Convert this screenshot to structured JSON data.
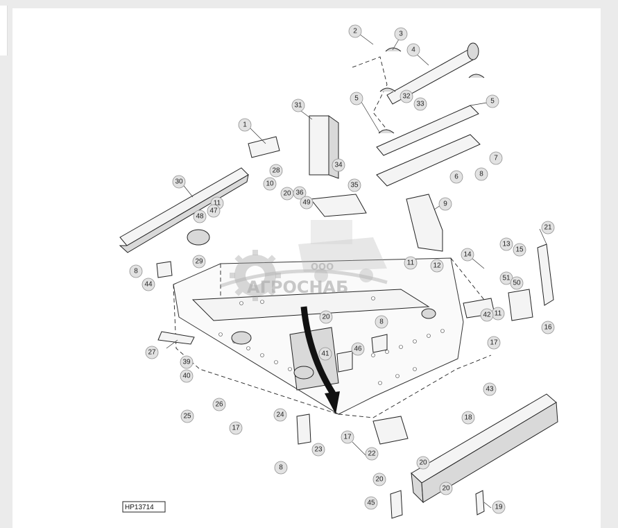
{
  "figure_id": "HP13714",
  "watermark": {
    "company_form": "ООО",
    "brand": "АГРОСНАБ"
  },
  "callouts": [
    "1",
    "2",
    "3",
    "4",
    "5",
    "6",
    "7",
    "8",
    "9",
    "10",
    "11",
    "12",
    "13",
    "14",
    "15",
    "16",
    "17",
    "18",
    "19",
    "20",
    "21",
    "22",
    "23",
    "24",
    "25",
    "26",
    "27",
    "28",
    "29",
    "30",
    "31",
    "32",
    "33",
    "34",
    "35",
    "36",
    "39",
    "40",
    "41",
    "42",
    "43",
    "44",
    "45",
    "46",
    "47",
    "48",
    "49",
    "50",
    "51"
  ],
  "colors": {
    "callout_fill": "#e2e2e2",
    "line": "#222222",
    "watermark": "#8a8a8a",
    "arrow": "#111111"
  }
}
